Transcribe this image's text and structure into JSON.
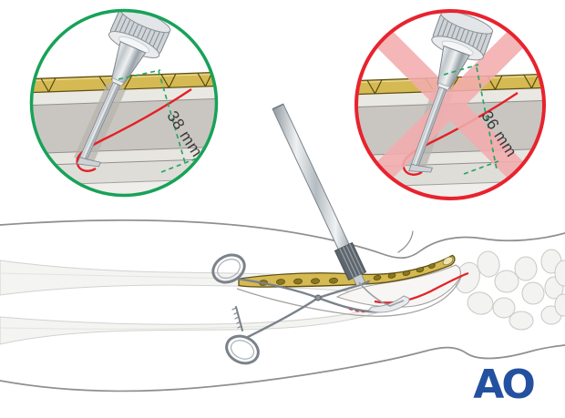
{
  "figure": {
    "insets": {
      "correct": {
        "measurement_label": "38 mm"
      },
      "incorrect": {
        "measurement_label": "36 mm"
      }
    },
    "logo_text": "AO",
    "colors": {
      "correct_green": "#17a258",
      "error_red": "#e7232e",
      "cross_pink": "#f3acae",
      "measure_green": "#2aa466",
      "fracture_red": "#e52026",
      "plate_gold": "#d5b952",
      "logo_blue": "#2450a0"
    }
  }
}
